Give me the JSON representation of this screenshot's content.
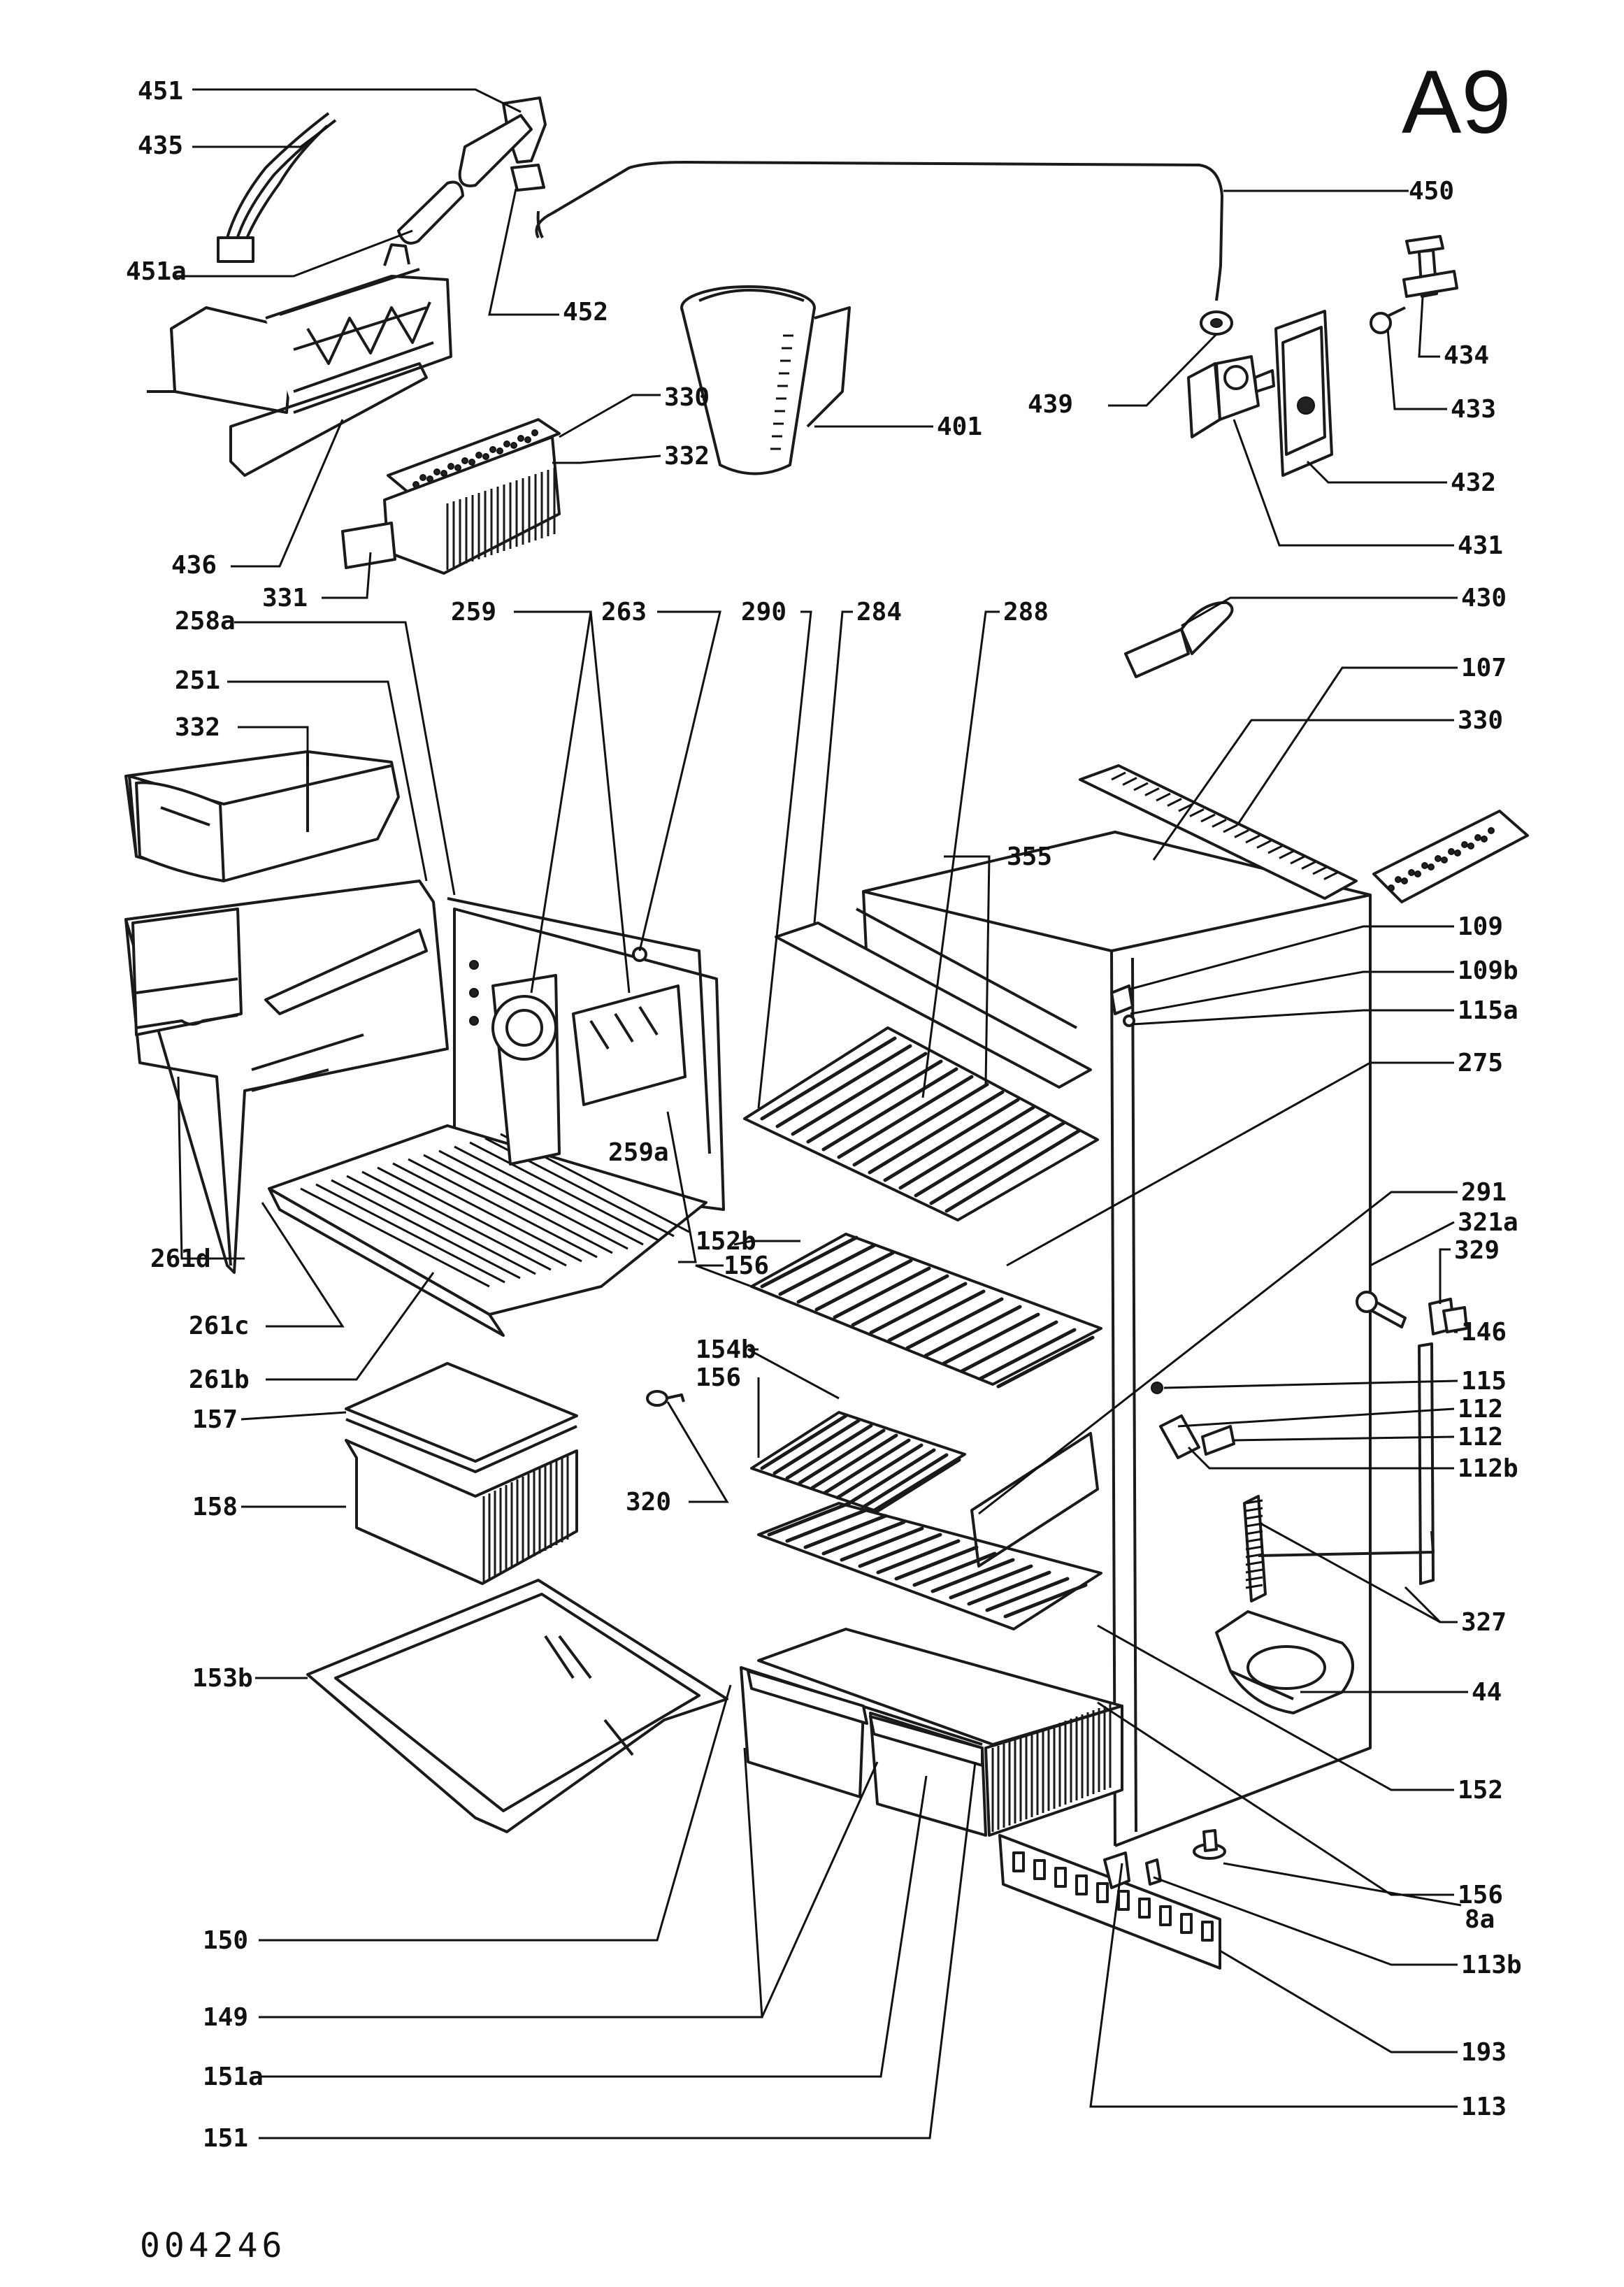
{
  "sheet_id": "A9",
  "footer_code": "004246",
  "callouts": [
    "451",
    "435",
    "451a",
    "452",
    "450",
    "439",
    "434",
    "433",
    "432",
    "431",
    "401",
    "330",
    "332",
    "436",
    "331",
    "430",
    "258a",
    "259",
    "263",
    "290",
    "284",
    "288",
    "251",
    "107",
    "330",
    "332",
    "355",
    "109",
    "109b",
    "115a",
    "275",
    "259a",
    "291",
    "321a",
    "329",
    "146",
    "261d",
    "152b",
    "156",
    "261c",
    "261b",
    "115",
    "112",
    "112",
    "112b",
    "154b",
    "156",
    "157",
    "320",
    "158",
    "327",
    "44",
    "153b",
    "152",
    "156",
    "8a",
    "150",
    "113b",
    "149",
    "193",
    "151a",
    "113",
    "151"
  ]
}
